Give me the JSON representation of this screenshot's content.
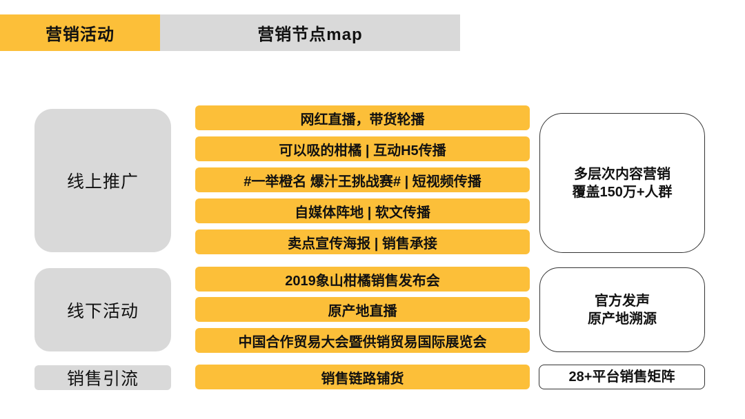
{
  "colors": {
    "accent_yellow": "#FCBF39",
    "block_gray": "#D9D9D9",
    "text": "#111111",
    "summary_border": "#333333"
  },
  "tabs": [
    {
      "label": "营销活动",
      "active": true
    },
    {
      "label": "营销节点map",
      "active": false
    }
  ],
  "sections": [
    {
      "category": "线上推广",
      "items": [
        "网红直播，带货轮播",
        "可以吸的柑橘 | 互动H5传播",
        "#一举橙名 爆汁王挑战赛# | 短视频传播",
        "自媒体阵地 | 软文传播",
        "卖点宣传海报 | 销售承接"
      ],
      "summary": [
        "多层次内容营销",
        "覆盖150万+人群"
      ]
    },
    {
      "category": "线下活动",
      "items": [
        "2019象山柑橘销售发布会",
        "原产地直播",
        "中国合作贸易大会暨供销贸易国际展览会"
      ],
      "summary": [
        "官方发声",
        "原产地溯源"
      ]
    },
    {
      "category": "销售引流",
      "items": [
        "销售链路铺货"
      ],
      "summary": [
        "28+平台销售矩阵"
      ]
    }
  ]
}
